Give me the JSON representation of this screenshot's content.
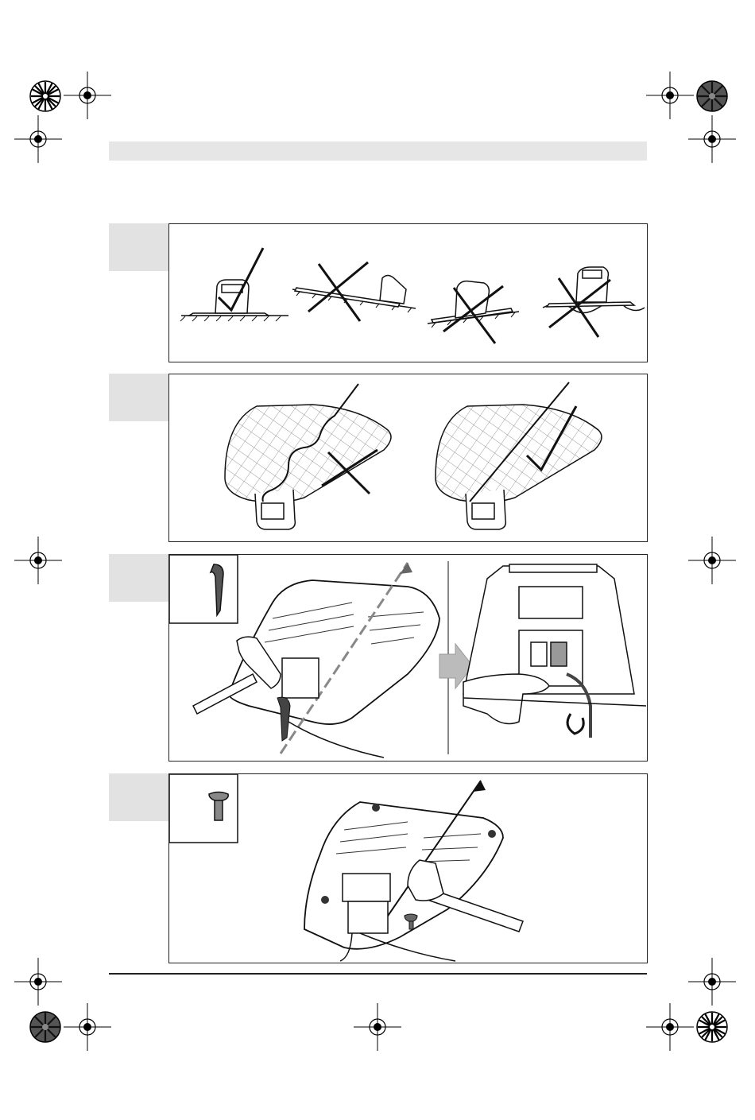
{
  "page": {
    "header_band": "",
    "footer_rule": ""
  },
  "colors": {
    "band": "#e6e6e6",
    "tab": "#e2e2e2",
    "line": "#222222"
  },
  "steps": [
    {
      "icon": "mower-on-ground-check-icon",
      "status": [
        "correct",
        "wrong",
        "wrong",
        "wrong"
      ]
    },
    {
      "icon": "base-plate-wire-routing-icon",
      "status": [
        "wrong",
        "correct"
      ]
    },
    {
      "icon": "peg-hammer-wire-connect-icon",
      "status": [
        "info"
      ]
    },
    {
      "icon": "screw-peg-hammer-icon",
      "status": [
        "info"
      ]
    }
  ]
}
